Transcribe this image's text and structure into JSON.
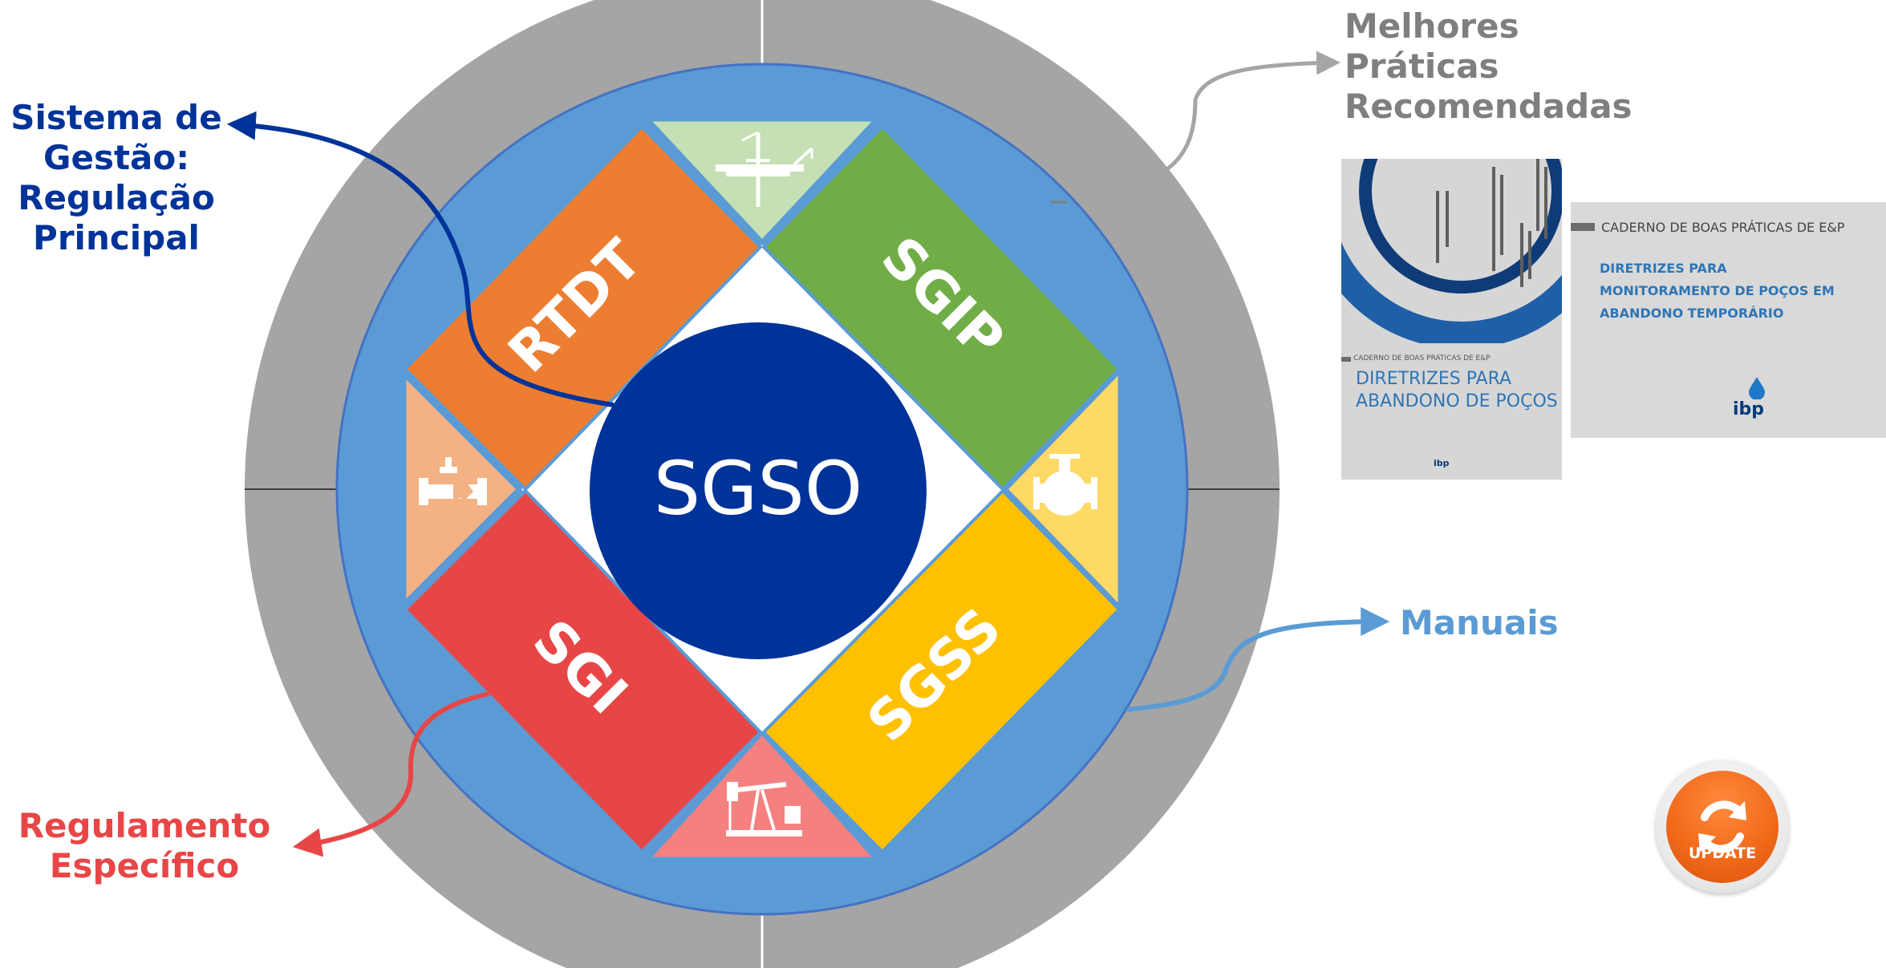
{
  "diagram": {
    "center": {
      "label": "SGSO",
      "color": "#003399"
    },
    "quadrants": [
      {
        "label": "RTDT",
        "color": "#ED7D31"
      },
      {
        "label": "SGIP",
        "color": "#70AD47"
      },
      {
        "label": "SGI",
        "color": "#E84646"
      },
      {
        "label": "SGSS",
        "color": "#FFC000"
      }
    ],
    "icons": [
      {
        "name": "oil-rig-icon",
        "color": "#C5E0B4"
      },
      {
        "name": "valve-icon",
        "color": "#F4B183"
      },
      {
        "name": "pump-valve-icon",
        "color": "#FFD966"
      },
      {
        "name": "pumpjack-icon",
        "color": "#F4817F"
      }
    ],
    "ring_colors": {
      "outer": "#A5A5A5",
      "inner": "#5B9BD5",
      "border": "#4472C4"
    }
  },
  "callouts": {
    "sistema": {
      "lines": [
        "Sistema de",
        "Gestão:",
        "Regulação",
        "Principal"
      ],
      "color": "#003399"
    },
    "regulamento": {
      "lines": [
        "Regulamento",
        "Específico"
      ],
      "color": "#E84646"
    },
    "melhores": {
      "lines": [
        "Melhores",
        "Práticas",
        "Recomendadas"
      ],
      "color": "#7F7F7F"
    },
    "manuais": {
      "lines": [
        "Manuais"
      ],
      "color": "#5B9BD5"
    }
  },
  "documents": [
    {
      "series": "CADERNO DE BOAS PRÁTICAS DE E&P",
      "title": [
        "DIRETRIZES PARA",
        "ABANDONO DE POÇOS"
      ],
      "logo": "ibp"
    },
    {
      "series": "CADERNO DE BOAS PRÁTICAS DE E&P",
      "title": [
        "DIRETRIZES PARA",
        "MONITORAMENTO DE POÇOS EM",
        "ABANDONO TEMPORÁRIO"
      ],
      "logo": "ibp"
    }
  ],
  "update_badge": {
    "label": "UPDATE",
    "icon": "refresh-icon"
  }
}
